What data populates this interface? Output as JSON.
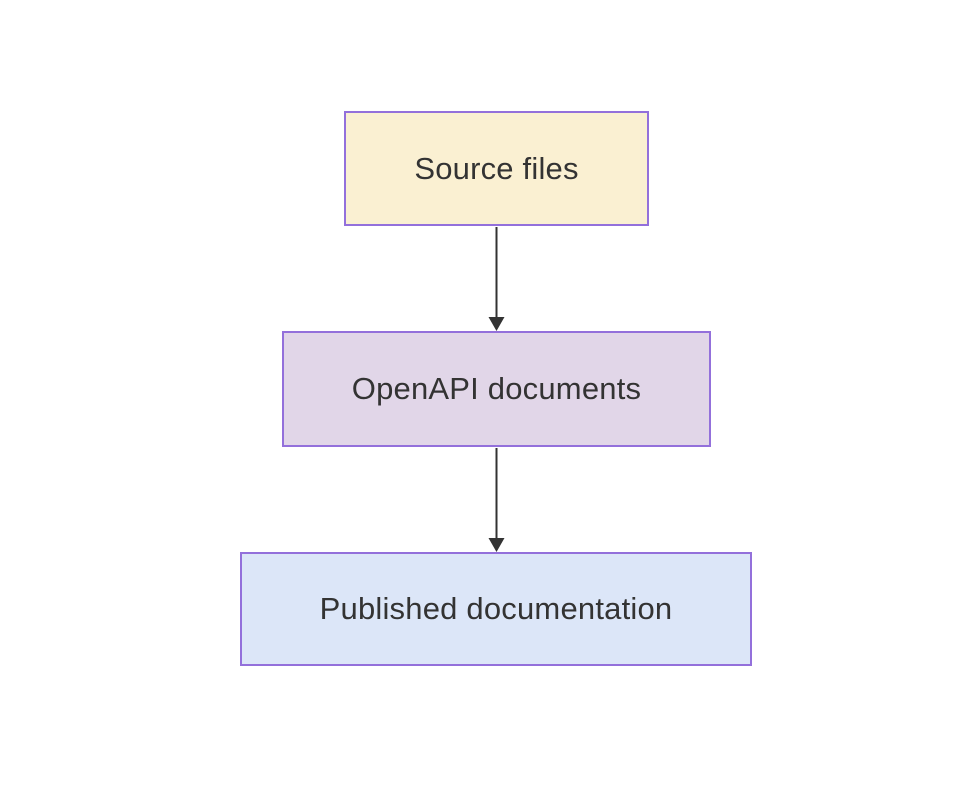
{
  "diagram": {
    "type": "flowchart-top-down",
    "background_color": "#ffffff",
    "node_border_color": "#9370db",
    "text_color": "#333333",
    "edge_color": "#333333",
    "nodes": [
      {
        "id": "source-files",
        "label": "Source files",
        "fill": "#faf0d2",
        "border": "#9370db",
        "text_color": "#333333"
      },
      {
        "id": "openapi-documents",
        "label": "OpenAPI documents",
        "fill": "#e1d6e8",
        "border": "#9370db",
        "text_color": "#333333"
      },
      {
        "id": "published-documentation",
        "label": "Published documentation",
        "fill": "#dce6f8",
        "border": "#9370db",
        "text_color": "#333333"
      }
    ],
    "edges": [
      {
        "from": "source-files",
        "to": "openapi-documents",
        "color": "#333333"
      },
      {
        "from": "openapi-documents",
        "to": "published-documentation",
        "color": "#333333"
      }
    ]
  }
}
